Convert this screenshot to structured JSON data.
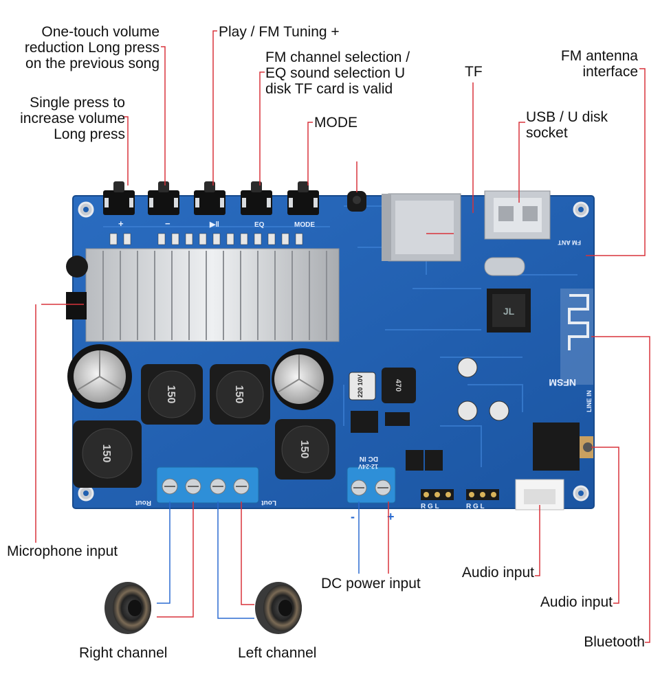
{
  "labels": {
    "vol_down": "One-touch volume\nreduction Long press\non the previous song",
    "play": "Play / FM Tuning +",
    "fm_channel": "FM channel selection /\nEQ sound selection U\ndisk TF card is valid",
    "vol_up": "Single press to\nincrease volume\nLong press",
    "mode": "MODE",
    "tf": "TF",
    "fm_antenna": "FM antenna\ninterface",
    "usb": "USB / U disk\nsocket",
    "microphone": "Microphone input",
    "dc_power": "DC power input",
    "audio_input_1": "Audio input",
    "audio_input_2": "Audio input",
    "bluetooth": "Bluetooth",
    "right_channel": "Right channel",
    "left_channel": "Left channel"
  },
  "board": {
    "inductor_marking": "150",
    "cap_marking": "220\n10V",
    "inductor_small": "470",
    "nfsm": "NFSM",
    "line_in": "LINE IN",
    "fm_ant": "FM ANT",
    "dc_in": "DC IN\n12-24V",
    "rout": "Rout",
    "lout": "Lout",
    "mode_silk": "MODE",
    "rgl": "R G L",
    "polarity_minus": "-",
    "polarity_plus": "+"
  },
  "colors": {
    "pcb": "#1f5fb0",
    "leader_red": "#d8323a",
    "leader_blue": "#2a6ad0"
  }
}
